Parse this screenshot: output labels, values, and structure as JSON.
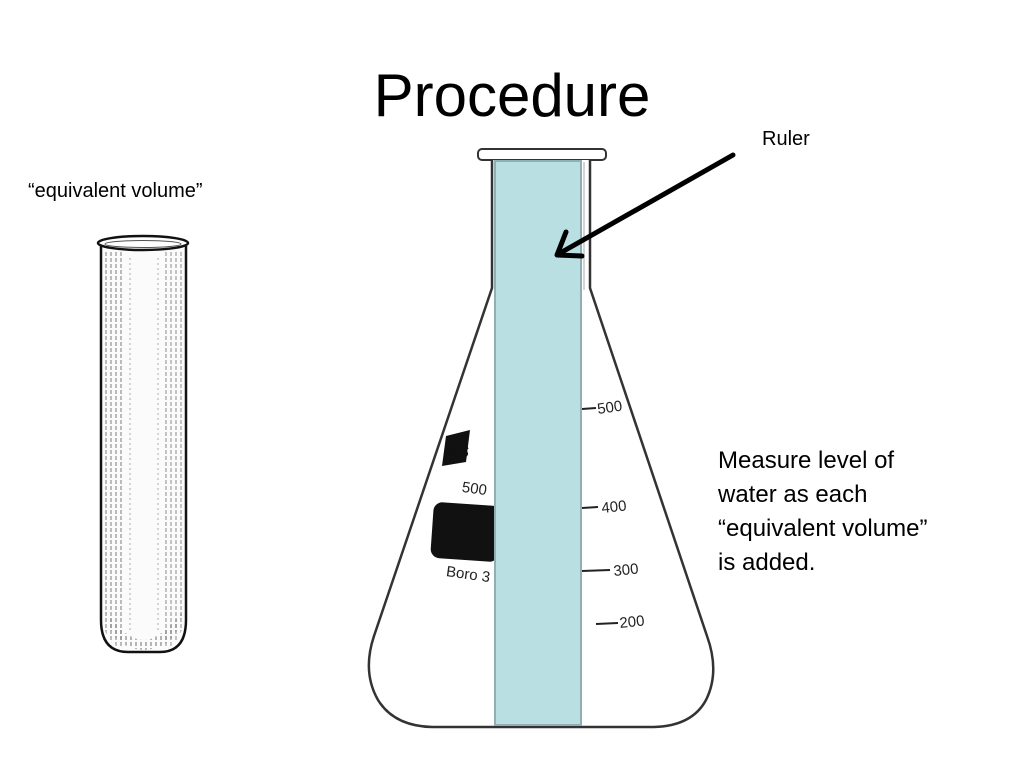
{
  "slide": {
    "title": "Procedure",
    "ruler_label": "Ruler",
    "equivalent_volume_label": "“equivalent volume”",
    "measure_text": [
      "Measure level of",
      "water as each",
      "“equivalent volume”",
      "is added."
    ]
  },
  "flask": {
    "scale_marks": [
      "500",
      "400",
      "300",
      "200"
    ],
    "brand_text": "ZS",
    "capacity_text": "500",
    "small_text": "Boro 3"
  },
  "colors": {
    "ruler_fill": "#b9dfe2",
    "ruler_stroke": "#8fb0b3",
    "ink": "#111111"
  }
}
